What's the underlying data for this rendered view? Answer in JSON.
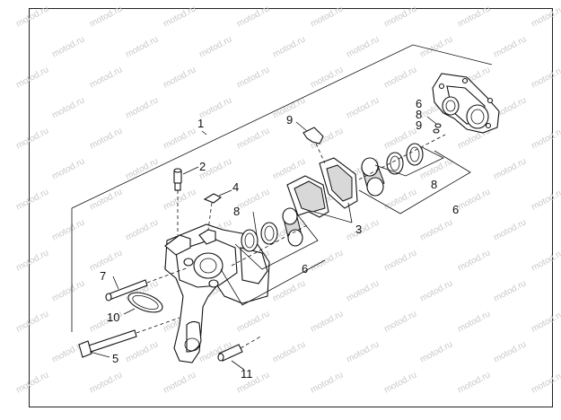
{
  "watermark": {
    "text": "motod.ru"
  },
  "callouts": {
    "c1": "1",
    "c2": "2",
    "c3": "3",
    "c4": "4",
    "c5": "5",
    "c6a": "6",
    "c6b": "6",
    "c6c": "6",
    "c7": "7",
    "c8a": "8",
    "c8b": "8",
    "c8c": "8",
    "c9a": "9",
    "c9b": "9",
    "c10": "10",
    "c11": "11"
  }
}
